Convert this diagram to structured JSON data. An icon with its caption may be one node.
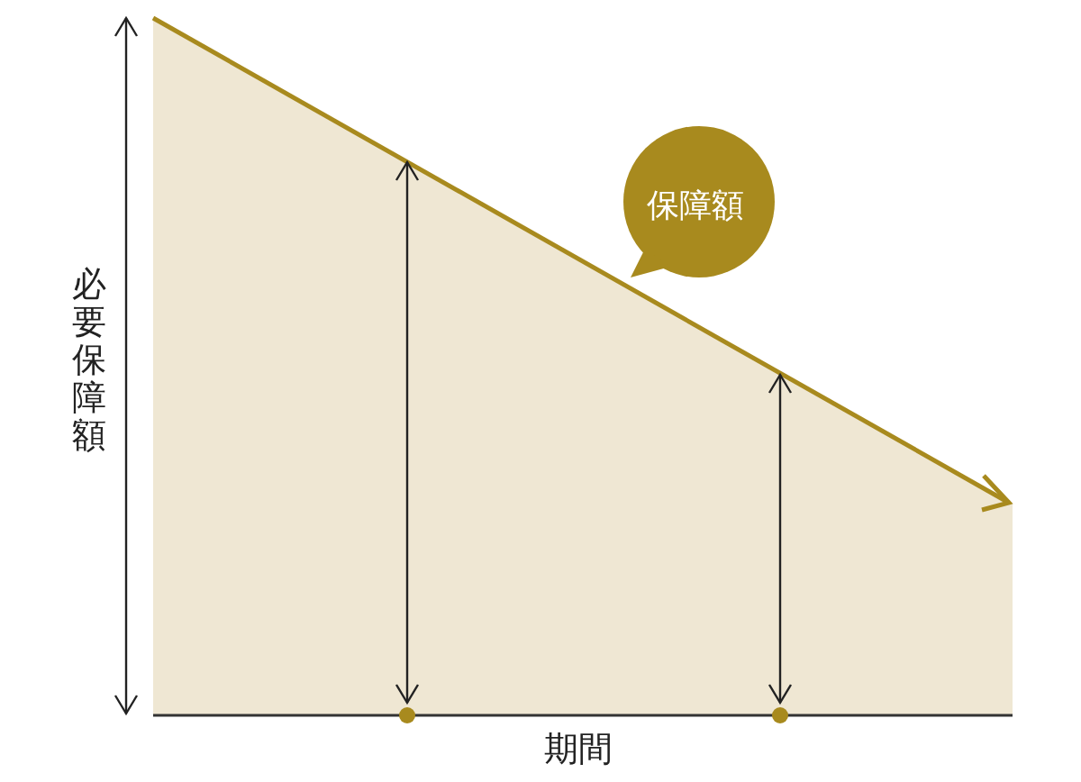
{
  "diagram": {
    "nodes": [
      {
        "text": [
          "保障額"
        ]
      }
    ],
    "labels": [
      "必要保障額",
      "期間"
    ]
  }
}
